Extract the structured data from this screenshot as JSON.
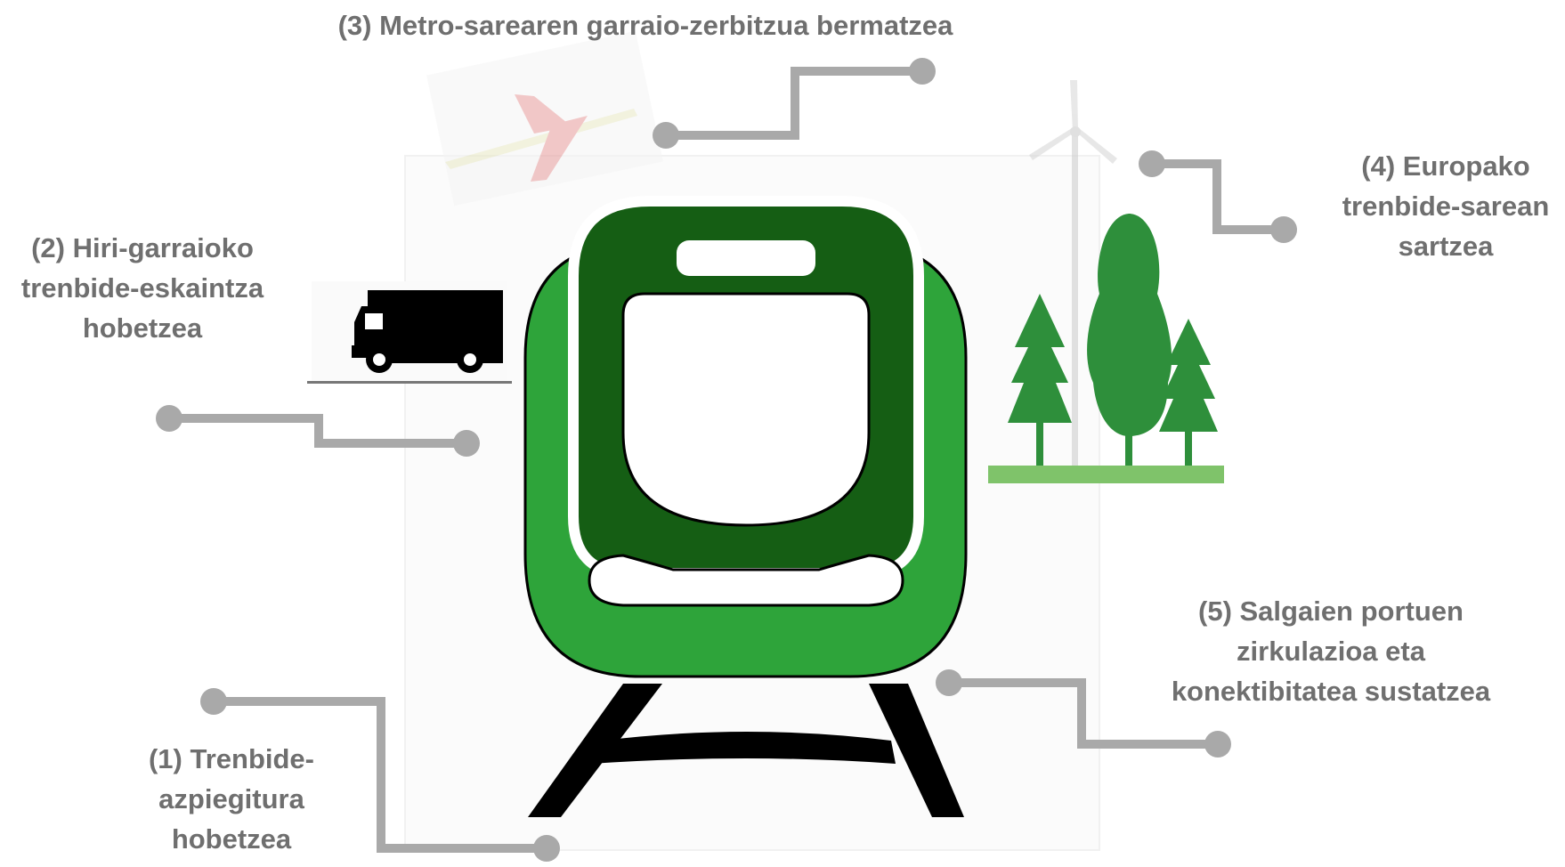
{
  "colors": {
    "train_light": "#2ea43a",
    "train_dark": "#155e14",
    "connector": "#a9a9a9",
    "label": "#6f6f6f",
    "rails": "#000000"
  },
  "icons": [
    "train-icon",
    "airplane-icon",
    "truck-icon",
    "wind-turbine-icon",
    "tree-icon"
  ],
  "objectives": {
    "o1": {
      "lines": [
        "(1) Trenbide-",
        "azpiegitura",
        "hobetzea"
      ]
    },
    "o2": {
      "lines": [
        "(2) Hiri-garraioko",
        "trenbide-eskaintza",
        "hobetzea"
      ]
    },
    "o3": {
      "lines": [
        "(3) Metro-sarearen garraio-zerbitzua bermatzea"
      ]
    },
    "o4": {
      "lines": [
        "(4) Europako",
        "trenbide-sarean",
        "sartzea"
      ]
    },
    "o5": {
      "lines": [
        "(5) Salgaien portuen",
        "zirkulazioa eta",
        "konektibitatea sustatzea"
      ]
    }
  }
}
